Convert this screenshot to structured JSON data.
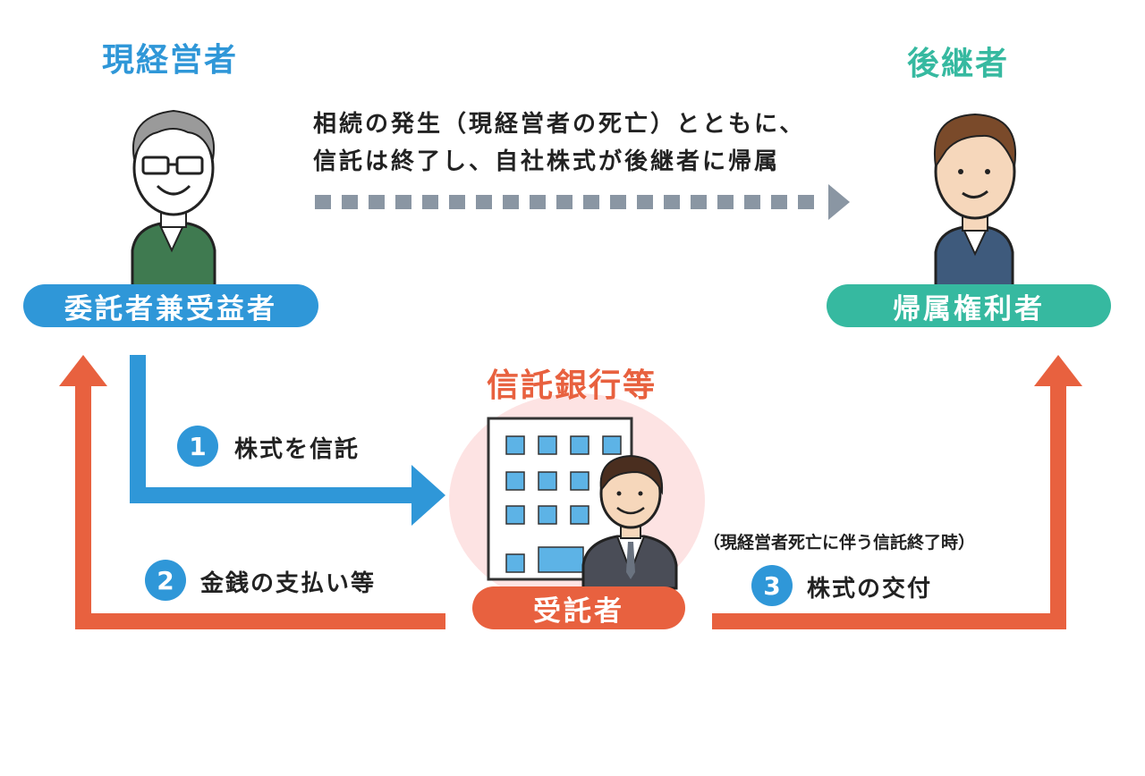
{
  "labels": {
    "current_manager": "現経営者",
    "successor": "後継者",
    "trust_bank": "信託銀行等",
    "settlor": "委託者兼受益者",
    "holder": "帰属権利者",
    "trustee": "受託者"
  },
  "message": {
    "line1": "相続の発生（現経営者の死亡）とともに、",
    "line2": "信託は終了し、自社株式が後継者に帰属"
  },
  "steps": [
    {
      "num": "1",
      "label": "株式を信託"
    },
    {
      "num": "2",
      "label": "金銭の支払い等"
    },
    {
      "num": "3",
      "label": "株式の交付",
      "note": "（現経営者死亡に伴う信託終了時）"
    }
  ],
  "colors": {
    "blue": "#2f97d8",
    "teal": "#36b9a0",
    "orange": "#e8613f",
    "gray_arrow": "#8a96a3",
    "pink_circle": "#fde3e3"
  }
}
